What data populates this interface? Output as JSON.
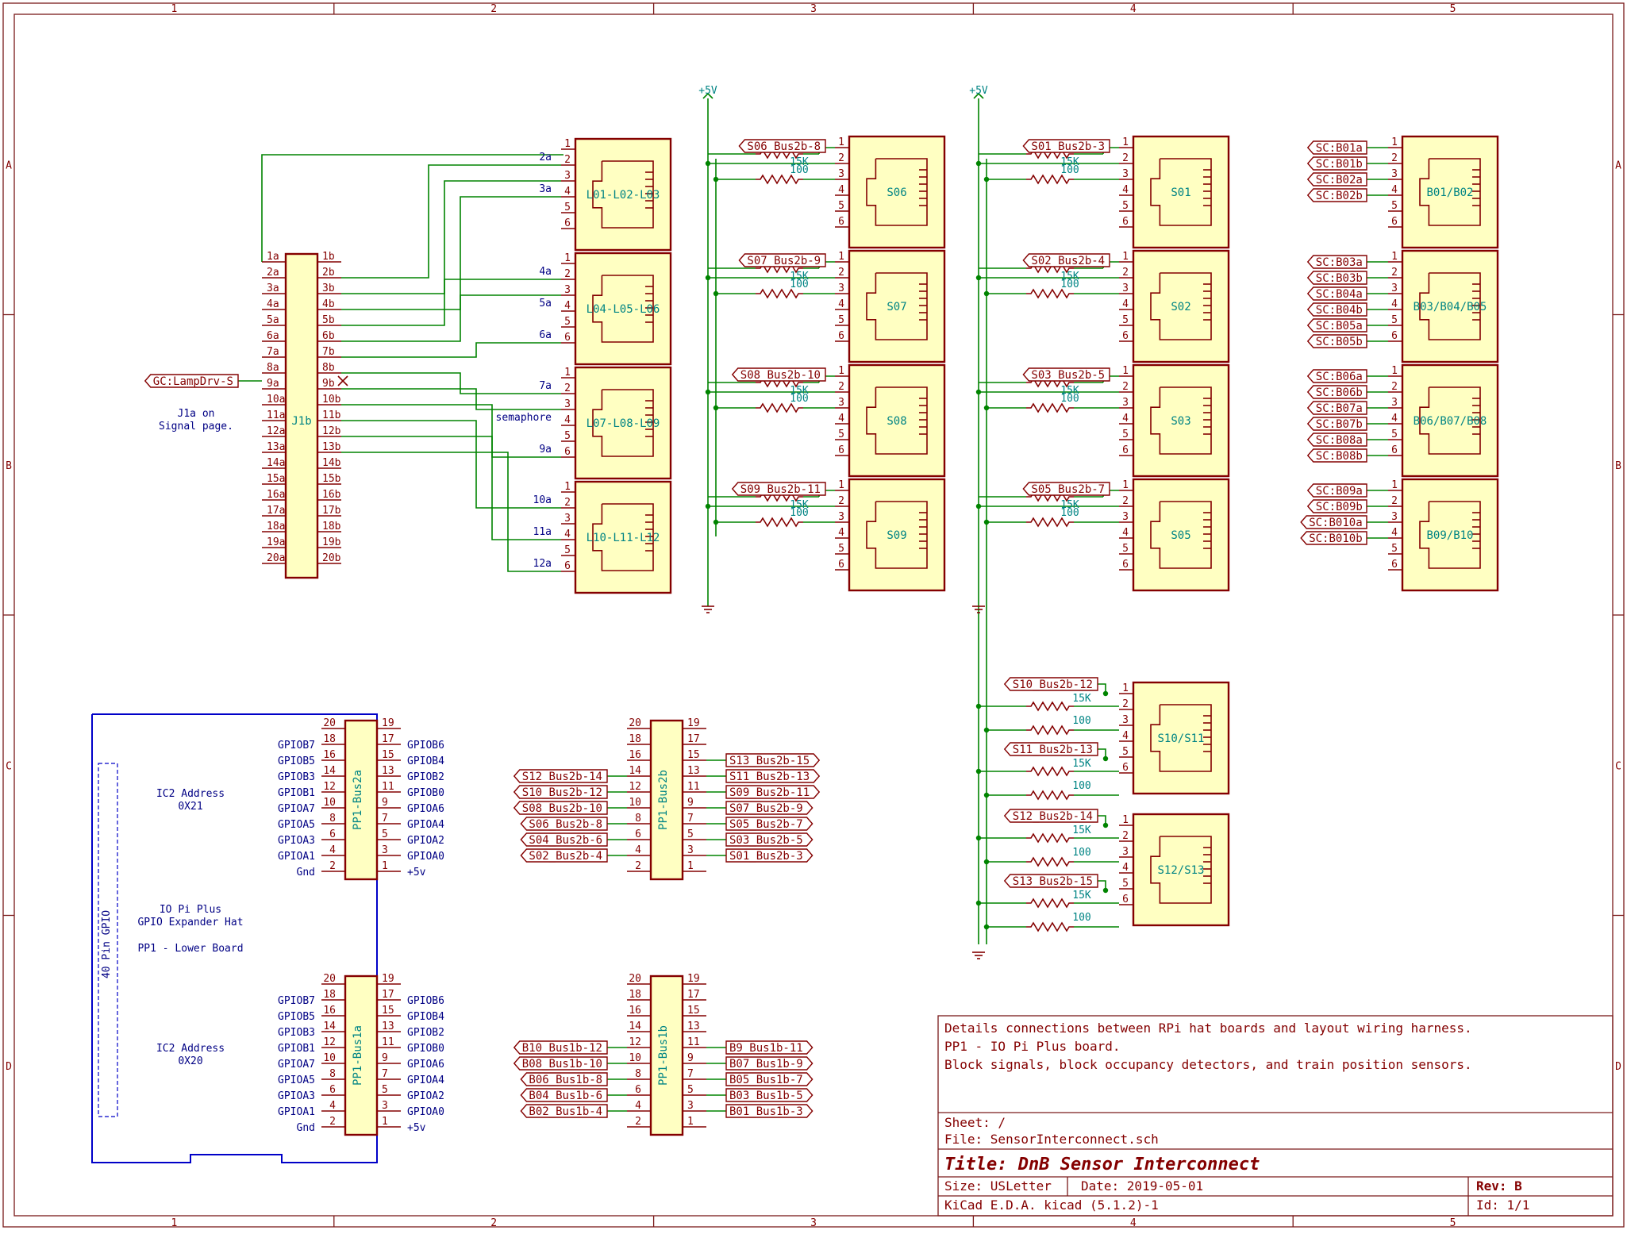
{
  "columns": [
    "1",
    "2",
    "3",
    "4",
    "5"
  ],
  "rows": [
    "A",
    "B",
    "C",
    "D"
  ],
  "power": {
    "vcc": "+5V"
  },
  "j1": {
    "ref": "J1b",
    "note_line1": "J1a on",
    "note_line2": "Signal page.",
    "left_pins": [
      "1a",
      "2a",
      "3a",
      "4a",
      "5a",
      "6a",
      "7a",
      "8a",
      "9a",
      "10a",
      "11a",
      "12a",
      "13a",
      "14a",
      "15a",
      "16a",
      "17a",
      "18a",
      "19a",
      "20a"
    ],
    "right_pins": [
      "1b",
      "2b",
      "3b",
      "4b",
      "5b",
      "6b",
      "7b",
      "8b",
      "9b",
      "10b",
      "11b",
      "12b",
      "13b",
      "14b",
      "15b",
      "16b",
      "17b",
      "18b",
      "19b",
      "20b"
    ],
    "lamp_label": "GC:LampDrv-S"
  },
  "lamp_connectors": [
    {
      "ref": "L01-L02-L03",
      "labels": [
        "2a",
        "3a"
      ]
    },
    {
      "ref": "L04-L05-L06",
      "labels": [
        "4a",
        "5a",
        "6a"
      ]
    },
    {
      "ref": "L07-L08-L09",
      "labels": [
        "7a",
        "semaphore",
        "9a"
      ]
    },
    {
      "ref": "L10-L11-L12",
      "labels": [
        "10a",
        "11a",
        "12a"
      ]
    }
  ],
  "pin_numbers_6": [
    "1",
    "2",
    "3",
    "4",
    "5",
    "6"
  ],
  "resistor_values": {
    "r1": "15K",
    "r2": "100"
  },
  "sensors_left": [
    {
      "ref": "S06",
      "label": "S06_Bus2b-8"
    },
    {
      "ref": "S07",
      "label": "S07_Bus2b-9"
    },
    {
      "ref": "S08",
      "label": "S08_Bus2b-10"
    },
    {
      "ref": "S09",
      "label": "S09_Bus2b-11"
    }
  ],
  "sensors_right": [
    {
      "ref": "S01",
      "label": "S01_Bus2b-3"
    },
    {
      "ref": "S02",
      "label": "S02_Bus2b-4"
    },
    {
      "ref": "S03",
      "label": "S03_Bus2b-5"
    },
    {
      "ref": "S05",
      "label": "S05_Bus2b-7"
    }
  ],
  "dual_sensors": [
    {
      "ref": "S10/S11",
      "labels": [
        "S10_Bus2b-12",
        "S11_Bus2b-13"
      ]
    },
    {
      "ref": "S12/S13",
      "labels": [
        "S12_Bus2b-14",
        "S13_Bus2b-15"
      ]
    }
  ],
  "block_connectors": [
    {
      "ref": "B01/B02",
      "labels": [
        "SC:B01a",
        "SC:B01b",
        "SC:B02a",
        "SC:B02b"
      ]
    },
    {
      "ref": "B03/B04/B05",
      "labels": [
        "SC:B03a",
        "SC:B03b",
        "SC:B04a",
        "SC:B04b",
        "SC:B05a",
        "SC:B05b"
      ]
    },
    {
      "ref": "B06/B07/B08",
      "labels": [
        "SC:B06a",
        "SC:B06b",
        "SC:B07a",
        "SC:B07b",
        "SC:B08a",
        "SC:B08b"
      ]
    },
    {
      "ref": "B09/B10",
      "labels": [
        "SC:B09a",
        "SC:B09b",
        "SC:B010a",
        "SC:B010b"
      ]
    }
  ],
  "hat": {
    "gpio_label": "40 Pin GPIO",
    "title1": "IO Pi Plus",
    "title2": "GPIO Expander Hat",
    "title3": "PP1 - Lower Board",
    "addr_top_1": "IC2 Address",
    "addr_top_2": "0X21",
    "addr_bot_1": "IC2 Address",
    "addr_bot_2": "0X20",
    "bus_top_ref": "PP1-Bus2a",
    "bus_bot_ref": "PP1-Bus1a",
    "left_names": [
      "GPIOB7",
      "GPIOB5",
      "GPIOB3",
      "GPIOB1",
      "GPIOA7",
      "GPIOA5",
      "GPIOA3",
      "GPIOA1",
      "Gnd"
    ],
    "right_names": [
      "GPIOB6",
      "GPIOB4",
      "GPIOB2",
      "GPIOB0",
      "GPIOA6",
      "GPIOA4",
      "GPIOA2",
      "GPIOA0",
      "+5v"
    ],
    "left_nums": [
      "20",
      "18",
      "16",
      "14",
      "12",
      "10",
      "8",
      "6",
      "4",
      "2"
    ],
    "right_nums": [
      "19",
      "17",
      "15",
      "13",
      "11",
      "9",
      "7",
      "5",
      "3",
      "1"
    ]
  },
  "bus2b": {
    "ref": "PP1-Bus2b",
    "left_labels": [
      "S12_Bus2b-14",
      "S10_Bus2b-12",
      "S08_Bus2b-10",
      "S06_Bus2b-8",
      "S04_Bus2b-6",
      "S02_Bus2b-4"
    ],
    "right_labels": [
      "S13_Bus2b-15",
      "S11_Bus2b-13",
      "S09_Bus2b-11",
      "S07_Bus2b-9",
      "S05_Bus2b-7",
      "S03_Bus2b-5",
      "S01_Bus2b-3"
    ]
  },
  "bus1b": {
    "ref": "PP1-Bus1b",
    "left_labels": [
      "B10_Bus1b-12",
      "B08_Bus1b-10",
      "B06_Bus1b-8",
      "B04_Bus1b-6",
      "B02_Bus1b-4"
    ],
    "right_labels": [
      "B9_Bus1b-11",
      "B07_Bus1b-9",
      "B05_Bus1b-7",
      "B03_Bus1b-5",
      "B01_Bus1b-3"
    ]
  },
  "title_block": {
    "comment1": "Details connections between RPi hat boards and layout wiring harness.",
    "comment2": "PP1 - IO Pi Plus board.",
    "comment3": "Block signals, block occupancy detectors, and train position sensors.",
    "sheet": "Sheet: /",
    "file": "File: SensorInterconnect.sch",
    "title": "Title: DnB Sensor Interconnect",
    "size": "Size: USLetter",
    "date": "Date: 2019-05-01",
    "rev": "Rev: B",
    "tool": "KiCad E.D.A.  kicad (5.1.2)-1",
    "id": "Id: 1/1"
  }
}
